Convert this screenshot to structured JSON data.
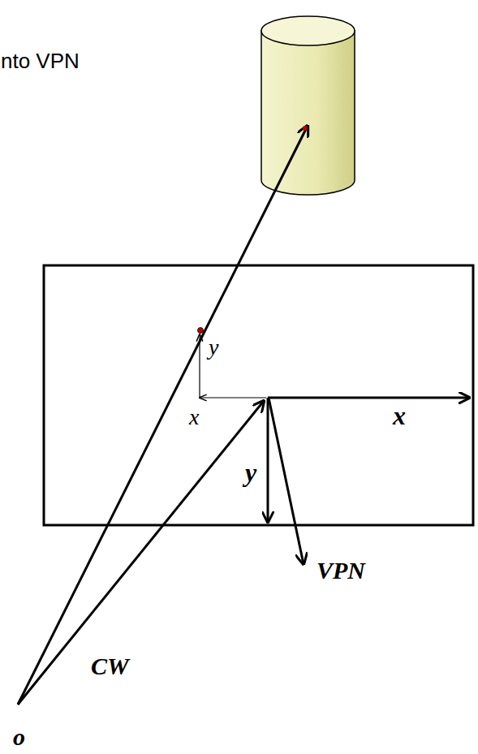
{
  "diagram": {
    "labels": [
      "nto VPN",
      "y",
      "x",
      "x",
      "y",
      "VPN",
      "CW",
      "o"
    ]
  }
}
